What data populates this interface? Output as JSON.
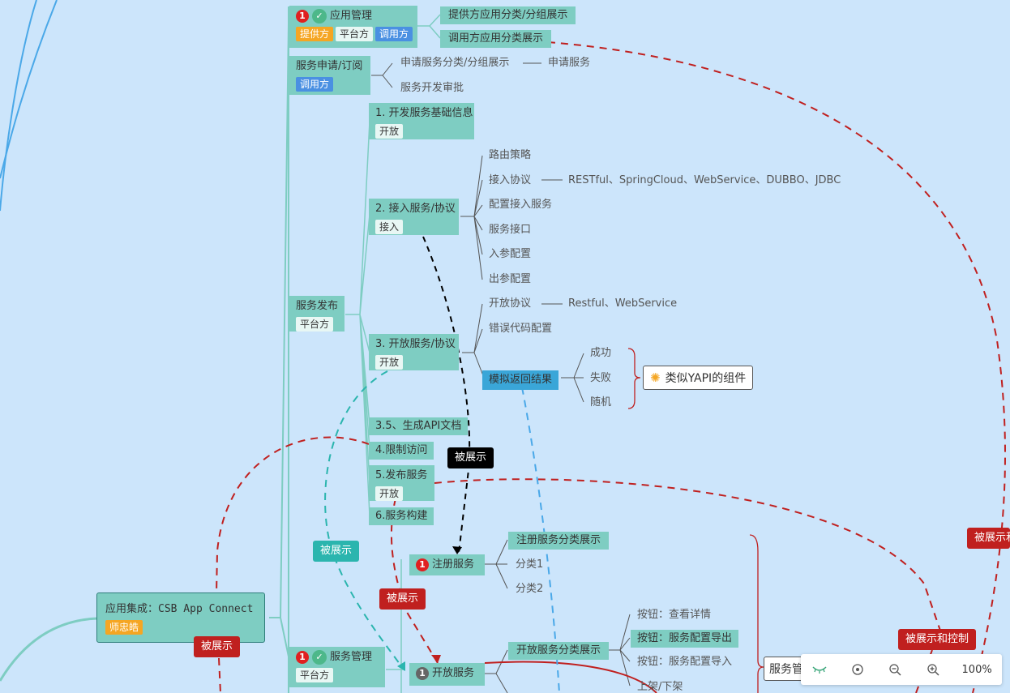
{
  "root": {
    "title": "应用集成：CSB App Connect",
    "owner_tag": "师忠皓"
  },
  "app_mgmt_top": {
    "badge": "1",
    "title": "应用管理",
    "tags": [
      "提供方",
      "平台方",
      "调用方"
    ]
  },
  "app_mgmt_children": [
    "提供方应用分类/分组展示",
    "调用方应用分类展示"
  ],
  "service_apply": {
    "title": "服务申请/订阅",
    "tag": "调用方"
  },
  "service_apply_children": [
    "申请服务分类/分组展示",
    "服务开发审批"
  ],
  "service_apply_sub": "申请服务",
  "publish": {
    "title": "服务发布",
    "tag": "平台方"
  },
  "step1": {
    "title": "1. 开发服务基础信息",
    "tag": "开放"
  },
  "step2": {
    "title": "2. 接入服务/协议",
    "tag": "接入"
  },
  "step2_children": [
    "路由策略",
    "接入协议",
    "配置接入服务",
    "服务接口",
    "入参配置",
    "出参配置"
  ],
  "step2_protocols": "RESTful、SpringCloud、WebService、DUBBO、JDBC",
  "step3": {
    "title": "3. 开放服务/协议",
    "tag": "开放"
  },
  "step3_children": [
    "开放协议",
    "错误代码配置"
  ],
  "step3_protocols": "Restful、WebService",
  "mock": "模拟返回结果",
  "mock_children": [
    "成功",
    "失败",
    "随机"
  ],
  "mock_callout": "类似YAPI的组件",
  "step35": "3.5、生成API文档",
  "step4": "4.限制访问",
  "step5": {
    "title": "5.发布服务",
    "tag": "开放"
  },
  "step6": "6.服务构建",
  "register": {
    "badge": "1",
    "title": "注册服务"
  },
  "register_children": [
    "注册服务分类展示",
    "分类1",
    "分类2"
  ],
  "app_mgmt_bottom": {
    "badge": "1",
    "title": "服务管理",
    "tag": "平台方"
  },
  "open_service": {
    "badge": "1",
    "title": "开放服务"
  },
  "open_service_child": "开放服务分类展示",
  "buttons": [
    "按钮：查看详情",
    "按钮：服务配置导出",
    "按钮：服务配置导入",
    "上架/下架"
  ],
  "partial_node": "服务管",
  "labels": {
    "shown_black": "被展示",
    "shown_teal": "被展示",
    "shown_red1": "被展示",
    "shown_red2": "被展示",
    "shown_red_right": "被展示和",
    "shown_and_control": "被展示和控制"
  },
  "toolbar": {
    "zoom": "100%"
  },
  "colors": {
    "background": "#cce5fb",
    "node": "#7ecdc2",
    "red_dash": "#c0201f",
    "teal_dash": "#2bb5ae",
    "blue_dash": "#4aa8e8"
  }
}
